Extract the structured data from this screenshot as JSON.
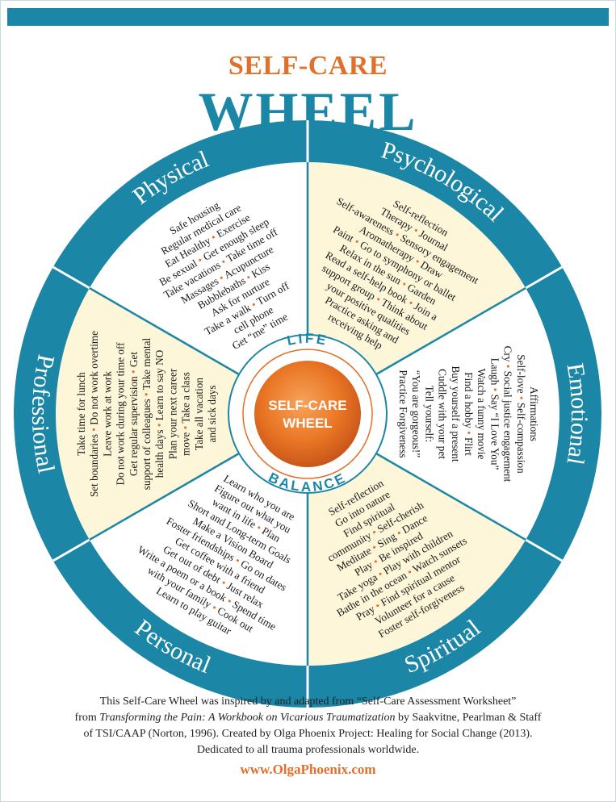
{
  "title": {
    "line1": "SELF-CARE",
    "line2": "WHEEL"
  },
  "center": {
    "line1": "SELF-CARE",
    "line2": "WHEEL",
    "top_word": "LIFE",
    "bottom_word": "BALANCE"
  },
  "colors": {
    "teal": "#1c86a6",
    "orange": "#e0702a",
    "cream": "#fdf6d8",
    "white": "#ffffff"
  },
  "segments": [
    {
      "id": "physical",
      "label": "Physical",
      "lines": [
        [
          {
            "t": "Safe housing"
          }
        ],
        [
          {
            "t": "Regular medical care"
          }
        ],
        [
          {
            "t": "Eat Healthy"
          },
          {
            "t": "Exercise"
          }
        ],
        [
          {
            "t": "Be sexual"
          },
          {
            "t": "Get enough sleep"
          }
        ],
        [
          {
            "t": "Take vacations"
          },
          {
            "t": "Take time off"
          }
        ],
        [
          {
            "t": "Massages"
          },
          {
            "t": "Acupuncture"
          }
        ],
        [
          {
            "t": "Bubblebaths"
          },
          {
            "t": "Kiss"
          }
        ],
        [
          {
            "t": "Ask for nurture"
          }
        ],
        [
          {
            "t": "Take a walk"
          },
          {
            "t": "Turn off"
          }
        ],
        [
          {
            "t": "cell phone"
          }
        ],
        [
          {
            "t": "Get “me” time"
          }
        ]
      ]
    },
    {
      "id": "psychological",
      "label": "Psychological",
      "lines": [
        [
          {
            "t": "Self-reflection"
          }
        ],
        [
          {
            "t": "Therapy"
          },
          {
            "t": "Journal"
          }
        ],
        [
          {
            "t": "Self-awareness"
          },
          {
            "t": "Sensory engagement"
          }
        ],
        [
          {
            "t": "Aromatherapy"
          },
          {
            "t": "Draw"
          }
        ],
        [
          {
            "t": "Paint"
          },
          {
            "t": "Go to symphony or ballet"
          }
        ],
        [
          {
            "t": "Relax in the sun"
          },
          {
            "t": "Garden"
          }
        ],
        [
          {
            "t": "Read a self-help book"
          },
          {
            "t": "Join a"
          }
        ],
        [
          {
            "t": "support group"
          },
          {
            "t": "Think about"
          }
        ],
        [
          {
            "t": "your positive qualities"
          }
        ],
        [
          {
            "t": "Practice asking and"
          }
        ],
        [
          {
            "t": "receiving help"
          }
        ]
      ]
    },
    {
      "id": "emotional",
      "label": "Emotional",
      "lines": [
        [
          {
            "t": "Affirmations"
          }
        ],
        [
          {
            "t": "Self-love"
          },
          {
            "t": "Self-compassion"
          }
        ],
        [
          {
            "t": "Cry"
          },
          {
            "t": "Social justice engagement"
          }
        ],
        [
          {
            "t": "Laugh"
          },
          {
            "t": "Say “I Love You”"
          }
        ],
        [
          {
            "t": "Watch a funny movie"
          }
        ],
        [
          {
            "t": "Find a hobby"
          },
          {
            "t": "Flirt"
          }
        ],
        [
          {
            "t": "Buy yourself a present"
          }
        ],
        [
          {
            "t": "Cuddle with your pet"
          }
        ],
        [
          {
            "t": "Tell yourself:"
          }
        ],
        [
          {
            "t": "“You are gorgeous!”"
          }
        ],
        [
          {
            "t": "Practice Forgiveness"
          }
        ]
      ]
    },
    {
      "id": "spiritual",
      "label": "Spiritual",
      "lines": [
        [
          {
            "t": "Self-reflection"
          }
        ],
        [
          {
            "t": "Go into nature"
          }
        ],
        [
          {
            "t": "Find spiritual"
          }
        ],
        [
          {
            "t": "community"
          },
          {
            "t": "Self-cherish"
          }
        ],
        [
          {
            "t": "Meditate"
          },
          {
            "t": "Sing"
          },
          {
            "t": "Dance"
          }
        ],
        [
          {
            "t": "Play"
          },
          {
            "t": "Be inspired"
          }
        ],
        [
          {
            "t": "Take yoga"
          },
          {
            "t": "Play with children"
          }
        ],
        [
          {
            "t": "Bathe in the ocean"
          },
          {
            "t": "Watch sunsets"
          }
        ],
        [
          {
            "t": "Pray"
          },
          {
            "t": "Find spiritual mentor"
          }
        ],
        [
          {
            "t": "Volunteer for a cause"
          }
        ],
        [
          {
            "t": "Foster self-forgiveness"
          }
        ]
      ]
    },
    {
      "id": "personal",
      "label": "Personal",
      "lines": [
        [
          {
            "t": "Learn who you are"
          }
        ],
        [
          {
            "t": "Figure out what you"
          }
        ],
        [
          {
            "t": "want in life"
          },
          {
            "t": "Plan"
          }
        ],
        [
          {
            "t": "Short and Long-term Goals"
          }
        ],
        [
          {
            "t": "Make a Vision Board"
          }
        ],
        [
          {
            "t": "Foster friendships"
          },
          {
            "t": "Go on dates"
          }
        ],
        [
          {
            "t": "Get coffee with a friend"
          }
        ],
        [
          {
            "t": "Get out of debt"
          },
          {
            "t": "Just relax"
          }
        ],
        [
          {
            "t": "Write a poem or a book"
          },
          {
            "t": "Spend time"
          }
        ],
        [
          {
            "t": "with your family"
          },
          {
            "t": "Cook out"
          }
        ],
        [
          {
            "t": "Learn to play guitar"
          }
        ]
      ]
    },
    {
      "id": "professional",
      "label": "Professional",
      "lines": [
        [
          {
            "t": "Take time for lunch"
          }
        ],
        [
          {
            "t": "Set boundaries"
          },
          {
            "t": "Do not work overtime"
          }
        ],
        [
          {
            "t": "Leave work at work"
          }
        ],
        [
          {
            "t": "Do not work during your time off"
          }
        ],
        [
          {
            "t": "Get regular supervision"
          },
          {
            "t": "Get"
          }
        ],
        [
          {
            "t": "support of colleagues"
          },
          {
            "t": "Take mental"
          }
        ],
        [
          {
            "t": "health days"
          },
          {
            "t": "Learn to say NO"
          }
        ],
        [
          {
            "t": "Plan your next career"
          }
        ],
        [
          {
            "t": "move"
          },
          {
            "t": "Take a class"
          }
        ],
        [
          {
            "t": "Take all vacation"
          }
        ],
        [
          {
            "t": "and sick days"
          }
        ]
      ]
    }
  ],
  "footer": {
    "line1": "This Self-Care Wheel was inspired by and adapted from “Self-Care Assessment Worksheet”",
    "line2_pre": "from ",
    "line2_italic": "Transforming the Pain: A Workbook on Vicarious Traumatization",
    "line2_post": " by Saakvitne, Pearlman & Staff",
    "line3": "of TSI/CAAP (Norton, 1996). Created by Olga Phoenix Project: Healing for Social Change (2013).",
    "line4": "Dedicated to all trauma professionals worldwide.",
    "url": "www.OlgaPhoenix.com"
  }
}
